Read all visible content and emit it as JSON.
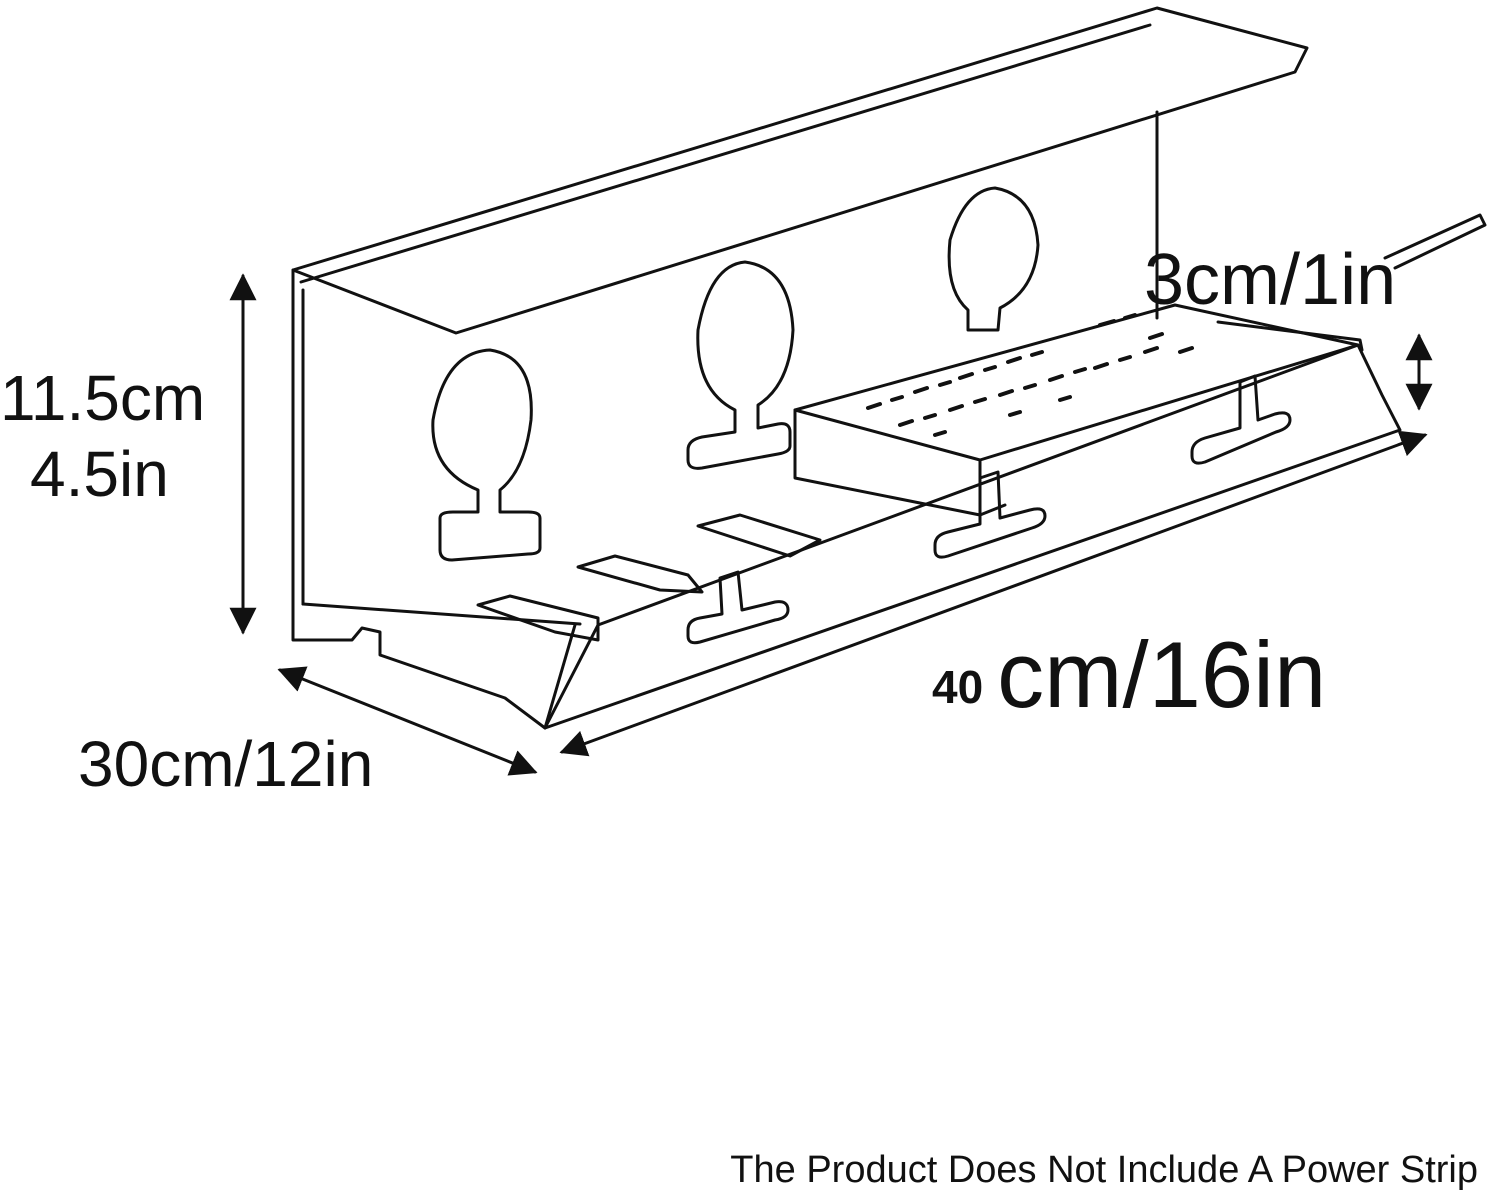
{
  "labels": {
    "height_cm": "11.5cm",
    "height_in": "4.5in",
    "depth": "30cm/12in",
    "width_number": "40",
    "width_unit": "cm/16in",
    "lip_height": "3cm/1in"
  },
  "note": "The Product Does Not Include A Power Strip",
  "colors": {
    "line": "#111111",
    "background": "#ffffff"
  }
}
